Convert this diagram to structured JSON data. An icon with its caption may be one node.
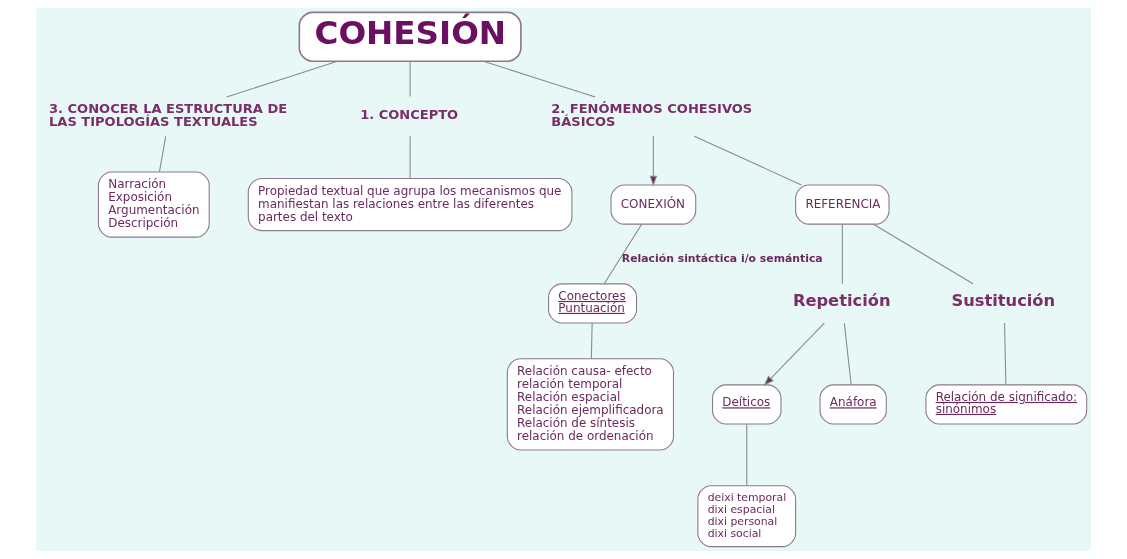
{
  "diagram": {
    "nodes": [
      {
        "text": [
          "COHESIÓN"
        ]
      },
      {
        "text": [
          "3. CONOCER LA ESTRUCTURA DE LAS TIPOLOGÍAS TEXTUALES"
        ]
      },
      {
        "text": [
          "1. CONCEPTO"
        ]
      },
      {
        "text": [
          "Propiedad textual que agrupa los mecanismos que manifiestan las relaciones entre las diferentes partes del texto"
        ]
      },
      {
        "text": [
          "Narración",
          "Exposición",
          "Argumentación",
          "Descripción"
        ]
      },
      {
        "text": [
          "2. FENÓMENOS COHESIVOS BÁSICOS"
        ]
      },
      {
        "text": [
          "CONEXIÓN"
        ]
      },
      {
        "text": [
          "REFERENCIA"
        ]
      },
      {
        "text": [
          "Conectores",
          "Puntuación"
        ]
      },
      {
        "text": [
          "Deíticos"
        ]
      },
      {
        "text": [
          "Repetición"
        ]
      },
      {
        "text": [
          "Sustitución"
        ]
      },
      {
        "text": [
          "Anáfora"
        ]
      },
      {
        "text": [
          "Relación de significado: sinónimos"
        ]
      },
      {
        "text": [
          "Relación causa- efecto",
          "relación temporal",
          "Relación espacial",
          "Relación ejemplificadora",
          "Relación de síntesis",
          "relación de ordenación"
        ]
      },
      {
        "text": [
          "deixi temporal",
          "dixi espacial",
          "dixi personal",
          "dixi social"
        ]
      }
    ],
    "edges": [
      {
        "from": 0,
        "to": 1,
        "arrow": "none"
      },
      {
        "from": 0,
        "to": 2,
        "arrow": "none"
      },
      {
        "from": 2,
        "to": 3,
        "arrow": "none"
      },
      {
        "from": 1,
        "to": 4,
        "arrow": "none"
      },
      {
        "from": 0,
        "to": 5,
        "arrow": "none"
      },
      {
        "from": 5,
        "to": 6,
        "arrow": "to"
      },
      {
        "from": 5,
        "to": 7,
        "arrow": "none"
      },
      {
        "from": 6,
        "to": 8,
        "arrow": "none",
        "label": "Relación sintáctica i/o semántica"
      },
      {
        "from": 7,
        "to": 10,
        "arrow": "none"
      },
      {
        "from": 7,
        "to": 11,
        "arrow": "none"
      },
      {
        "from": 10,
        "to": 9,
        "arrow": "to"
      },
      {
        "from": 10,
        "to": 12,
        "arrow": "none"
      },
      {
        "from": 11,
        "to": 13,
        "arrow": "none"
      },
      {
        "from": 8,
        "to": 14,
        "arrow": "none"
      },
      {
        "from": 9,
        "to": 15,
        "arrow": "none"
      }
    ]
  }
}
